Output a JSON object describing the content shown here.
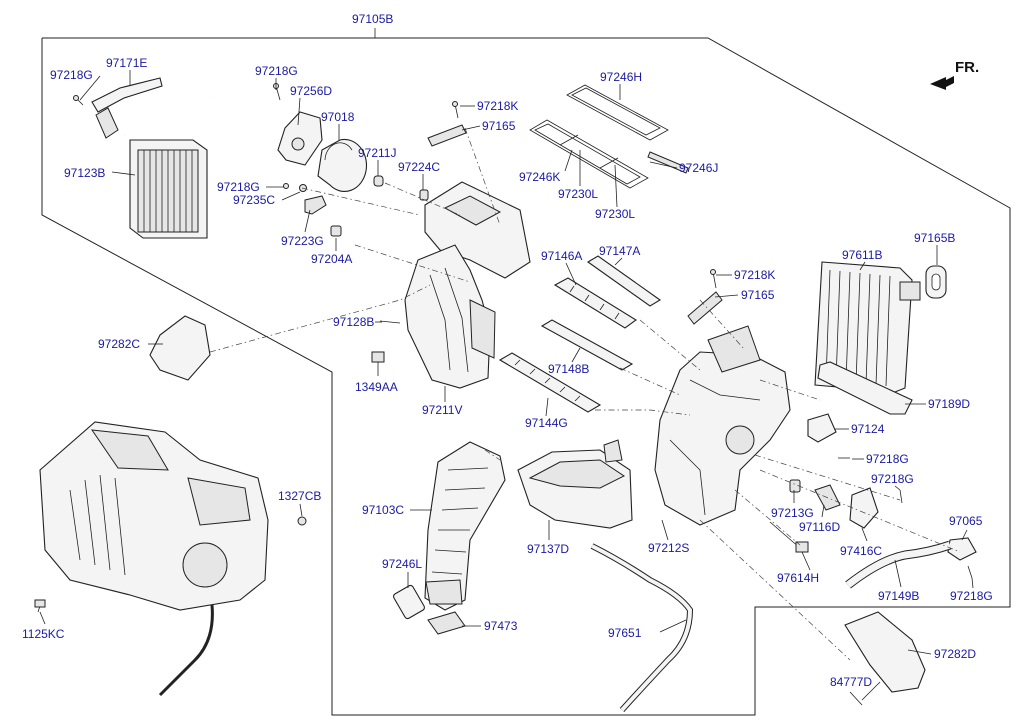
{
  "diagram": {
    "direction_marker": "FR.",
    "callouts": [
      {
        "id": "97105B",
        "text": "97105B"
      },
      {
        "id": "97171E",
        "text": "97171E"
      },
      {
        "id": "97218G_a",
        "text": "97218G"
      },
      {
        "id": "97123B",
        "text": "97123B"
      },
      {
        "id": "97218G_b",
        "text": "97218G"
      },
      {
        "id": "97256D",
        "text": "97256D"
      },
      {
        "id": "97018",
        "text": "97018"
      },
      {
        "id": "97211J",
        "text": "97211J"
      },
      {
        "id": "97218G_c",
        "text": "97218G"
      },
      {
        "id": "97235C",
        "text": "97235C"
      },
      {
        "id": "97223G",
        "text": "97223G"
      },
      {
        "id": "97204A",
        "text": "97204A"
      },
      {
        "id": "97218K_a",
        "text": "97218K"
      },
      {
        "id": "97165_a",
        "text": "97165"
      },
      {
        "id": "97224C",
        "text": "97224C"
      },
      {
        "id": "97246H",
        "text": "97246H"
      },
      {
        "id": "97246J",
        "text": "97246J"
      },
      {
        "id": "97246K",
        "text": "97246K"
      },
      {
        "id": "97230L_a",
        "text": "97230L"
      },
      {
        "id": "97230L_b",
        "text": "97230L"
      },
      {
        "id": "97165B",
        "text": "97165B"
      },
      {
        "id": "97611B",
        "text": "97611B"
      },
      {
        "id": "97146A",
        "text": "97146A"
      },
      {
        "id": "97147A",
        "text": "97147A"
      },
      {
        "id": "97218K_b",
        "text": "97218K"
      },
      {
        "id": "97165_b",
        "text": "97165"
      },
      {
        "id": "97282C",
        "text": "97282C"
      },
      {
        "id": "97128B",
        "text": "97128B"
      },
      {
        "id": "1349AA",
        "text": "1349AA"
      },
      {
        "id": "97211V",
        "text": "97211V"
      },
      {
        "id": "97148B",
        "text": "97148B"
      },
      {
        "id": "97144G",
        "text": "97144G"
      },
      {
        "id": "97189D",
        "text": "97189D"
      },
      {
        "id": "97124",
        "text": "97124"
      },
      {
        "id": "97218G_d",
        "text": "97218G"
      },
      {
        "id": "97218G_e",
        "text": "97218G"
      },
      {
        "id": "1327CB",
        "text": "1327CB"
      },
      {
        "id": "97103C",
        "text": "97103C"
      },
      {
        "id": "97137D",
        "text": "97137D"
      },
      {
        "id": "97212S",
        "text": "97212S"
      },
      {
        "id": "97213G",
        "text": "97213G"
      },
      {
        "id": "97116D",
        "text": "97116D"
      },
      {
        "id": "97065",
        "text": "97065"
      },
      {
        "id": "97416C",
        "text": "97416C"
      },
      {
        "id": "97246L",
        "text": "97246L"
      },
      {
        "id": "97614H",
        "text": "97614H"
      },
      {
        "id": "97149B",
        "text": "97149B"
      },
      {
        "id": "97218G_f",
        "text": "97218G"
      },
      {
        "id": "1125KC",
        "text": "1125KC"
      },
      {
        "id": "97473",
        "text": "97473"
      },
      {
        "id": "97651",
        "text": "97651"
      },
      {
        "id": "97282D",
        "text": "97282D"
      },
      {
        "id": "84777D",
        "text": "84777D"
      }
    ]
  }
}
